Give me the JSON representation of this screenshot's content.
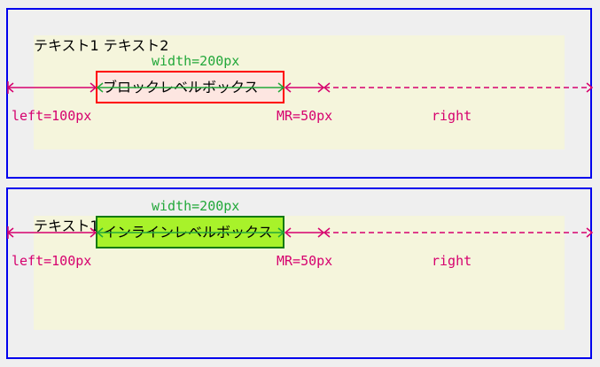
{
  "colors": {
    "panel_border": "#0000ee",
    "content_bg": "#f5f5dc",
    "dimension_pink": "#d6006e",
    "dimension_green": "#22a83a",
    "block_border": "#ff0000",
    "block_fill": "#fde6e1",
    "inline_border": "#117a11",
    "inline_fill": "#a8f22a"
  },
  "diagram_block": {
    "text_line": "テキスト1 テキスト2",
    "box_label": "ブロックレベルボックス",
    "width_label": "width=200px",
    "left_label": "left=100px",
    "margin_right_label": "MR=50px",
    "right_label": "right"
  },
  "diagram_inline": {
    "text_before": "テキスト1",
    "box_label": "インラインレベルボックス",
    "width_label": "width=200px",
    "left_label": "left=100px",
    "margin_right_label": "MR=50px",
    "right_label": "right"
  }
}
